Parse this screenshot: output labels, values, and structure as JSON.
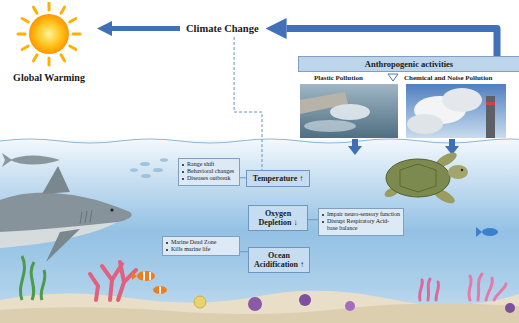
{
  "diagram": {
    "nodes": [
      {
        "text": [
          "Global Warming"
        ]
      },
      {
        "text": [
          "Climate Change"
        ]
      },
      {
        "text": [
          "Anthropogenic activities"
        ]
      },
      {
        "text": [
          "Range shift",
          "Behavioral changes",
          "Diseases outbreak"
        ]
      },
      {
        "text": [
          "Temperature ↑"
        ]
      },
      {
        "text": [
          "Oxygen Depletion ↓"
        ]
      },
      {
        "text": [
          "Impair neuro-sensory function",
          "Disrupt Respiratory Acid- base balance"
        ]
      },
      {
        "text": [
          "Marine Dead Zone",
          "Kills marine life"
        ]
      },
      {
        "text": [
          "Ocean Acidification ↑"
        ]
      }
    ],
    "edges": [
      {
        "from": 1,
        "to": 0,
        "arrow": "to"
      },
      {
        "from": 2,
        "to": 1,
        "arrow": "to"
      },
      {
        "from": 1,
        "to": 4,
        "arrow": "none"
      },
      {
        "from": 4,
        "to": 3,
        "arrow": "none"
      },
      {
        "from": 5,
        "to": 6,
        "arrow": "none"
      },
      {
        "from": 8,
        "to": 7,
        "arrow": "none"
      }
    ],
    "labels": [
      "Plastic Pollution",
      "Chemical and Noise Pollution"
    ]
  }
}
